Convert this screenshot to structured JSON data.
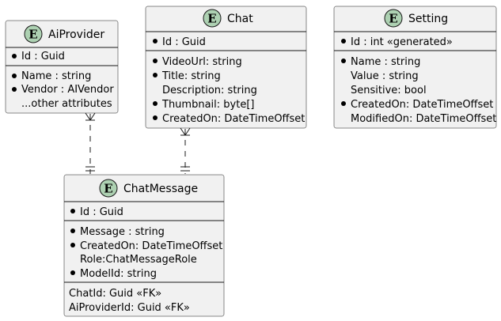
{
  "entities": {
    "aiprovider": {
      "badge": "E",
      "title": "AiProvider",
      "key_attr": "Id : Guid",
      "attrs": [
        "Name : string",
        "Vendor : AIVendor",
        "...other attributes"
      ]
    },
    "chat": {
      "badge": "E",
      "title": "Chat",
      "key_attr": "Id : Guid",
      "attrs": [
        "VideoUrl: string",
        "Title: string",
        "Description: string",
        "Thumbnail: byte[]",
        "CreatedOn: DateTimeOffset"
      ]
    },
    "setting": {
      "badge": "E",
      "title": "Setting",
      "key_attr": "Id : int «generated»",
      "attrs": [
        "Name : string",
        "Value : string",
        "Sensitive: bool",
        "CreatedOn: DateTimeOffset",
        "ModifiedOn: DateTimeOffset"
      ]
    },
    "chatmessage": {
      "badge": "E",
      "title": "ChatMessage",
      "key_attr": "Id : Guid",
      "attrs": [
        "Message : string",
        "CreatedOn: DateTimeOffset",
        "Role:ChatMessageRole",
        "ModelId: string"
      ],
      "fk_attrs": [
        "ChatId: Guid «FK»",
        "AiProviderId: Guid «FK»"
      ]
    }
  },
  "colors": {
    "entity_fill": "#f1f1f1",
    "badge_fill": "#add1b2",
    "stroke": "#181818"
  }
}
